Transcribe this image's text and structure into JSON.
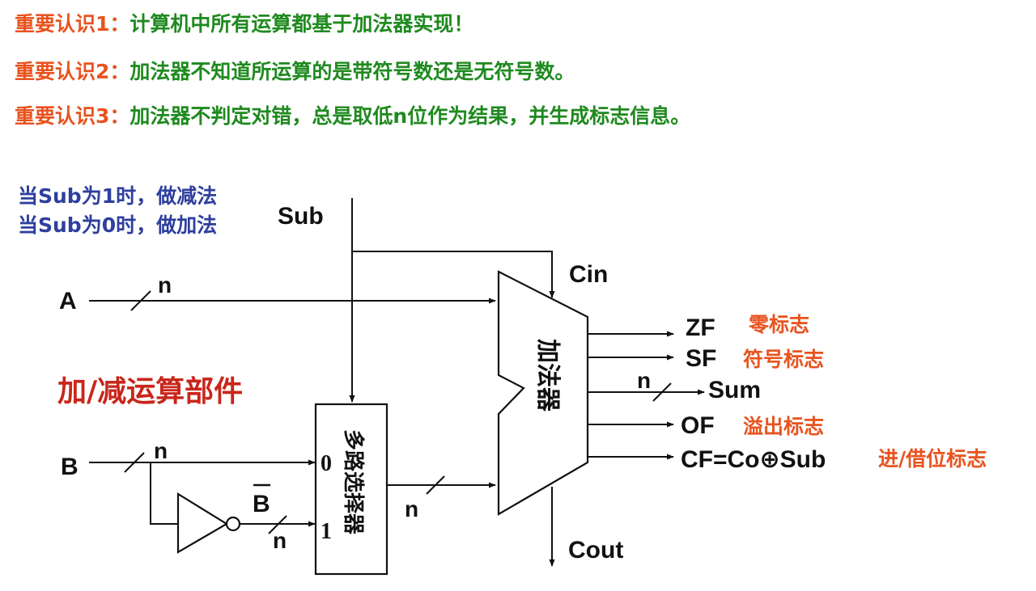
{
  "notes": [
    {
      "label": "重要认识1：",
      "text": "计算机中所有运算都基于加法器实现！"
    },
    {
      "label": "重要认识2：",
      "text": "加法器不知道所运算的是带符号数还是无符号数。"
    },
    {
      "label": "重要认识3：",
      "text": "加法器不判定对错，总是取低n位作为结果，并生成标志信息。"
    }
  ],
  "diagram": {
    "sub_note_line1": "当Sub为1时，做减法",
    "sub_note_line2": "当Sub为0时，做加法",
    "sub_label": "Sub",
    "cin_label": "Cin",
    "cout_label": "Cout",
    "input_a": "A",
    "input_b": "B",
    "b_bar": "B",
    "width_n": "n",
    "component_title": "加/减运算部件",
    "adder_label": "加法器",
    "mux_label": "多路选择器",
    "mux_in0": "0",
    "mux_in1": "1",
    "outputs": [
      {
        "name": "ZF",
        "desc": "零标志"
      },
      {
        "name": "SF",
        "desc": "符号标志"
      },
      {
        "name": "Sum",
        "desc": ""
      },
      {
        "name": "OF",
        "desc": "溢出标志"
      },
      {
        "name": "CF=Co⊕Sub",
        "desc": "进/借位标志"
      }
    ]
  }
}
